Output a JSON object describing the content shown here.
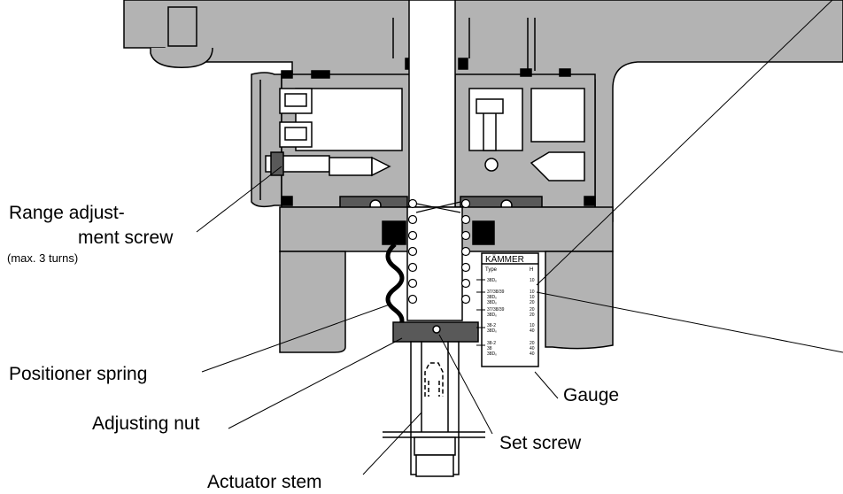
{
  "labels": {
    "range_line1": "Range adjust-",
    "range_line2": "ment screw",
    "range_note": "(max. 3 turns)",
    "positioner_spring": "Positioner spring",
    "adjusting_nut": "Adjusting nut",
    "actuator_stem": "Actuator stem",
    "set_screw": "Set screw",
    "gauge": "Gauge"
  },
  "gauge": {
    "brand": "KÄMMER",
    "col_type": "Type",
    "col_h": "H",
    "rows": [
      {
        "type": "38Dₓ",
        "h": "10"
      },
      {
        "type": "37/38/39",
        "h": "10"
      },
      {
        "type": "38Dₓ",
        "h": "10"
      },
      {
        "type": "38Dₓ",
        "h": "20"
      },
      {
        "type": "37/38/39",
        "h": "20"
      },
      {
        "type": "38Dₓ",
        "h": "20"
      },
      {
        "type": "38-2",
        "h": "10"
      },
      {
        "type": "38Dₓ",
        "h": "40"
      },
      {
        "type": "38-2",
        "h": "20"
      },
      {
        "type": "38",
        "h": "40"
      },
      {
        "type": "38Dₓ",
        "h": "40"
      }
    ]
  },
  "colors": {
    "housing": "#b3b3b3",
    "dark_part": "#595959",
    "outline": "#000000",
    "background": "#ffffff"
  }
}
